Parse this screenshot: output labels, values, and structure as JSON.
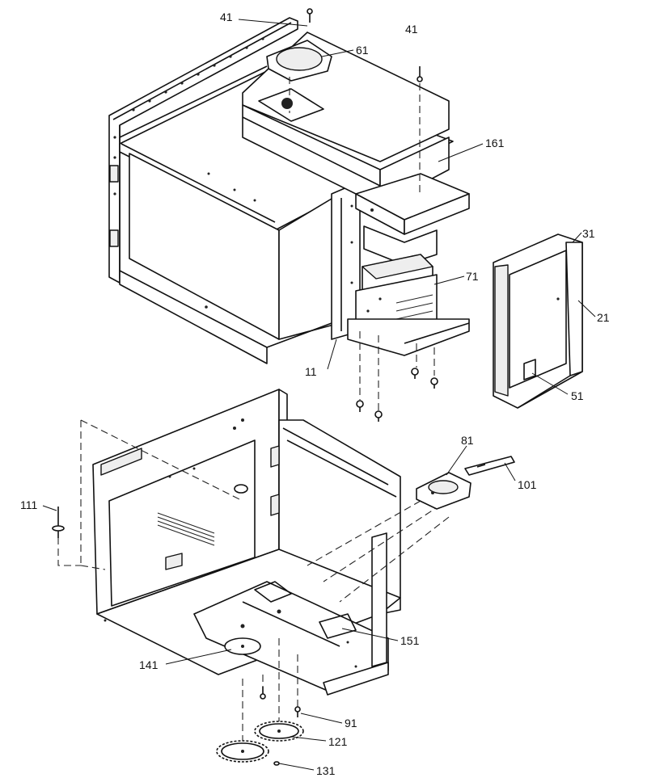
{
  "callouts": {
    "c41a": "41",
    "c41b": "41",
    "c61": "61",
    "c161": "161",
    "c31": "31",
    "c71": "71",
    "c21": "21",
    "c11": "11",
    "c51": "51",
    "c81": "81",
    "c101": "101",
    "c111": "111",
    "c151": "151",
    "c141": "141",
    "c91": "91",
    "c121": "121",
    "c131": "131"
  },
  "colors": {
    "line": "#111111",
    "background": "#ffffff",
    "shade": "#eeeeee"
  }
}
